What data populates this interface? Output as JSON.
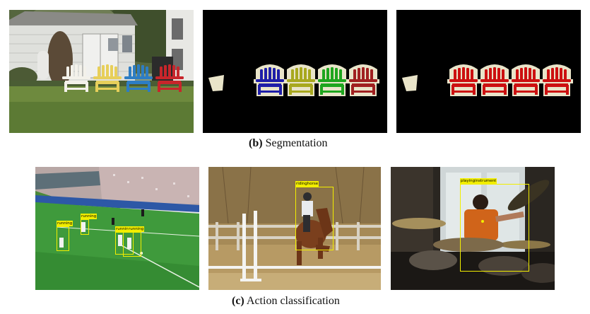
{
  "captions": {
    "segmentation": {
      "letter": "(b)",
      "text": "Segmentation"
    },
    "action": {
      "letter": "(c)",
      "text": "Action classification"
    }
  },
  "action_labels": {
    "soccer": [
      "running",
      "running",
      "running",
      "running"
    ],
    "horse": "ridinghorse",
    "drums": "playinginstrument"
  },
  "colors": {
    "chair_white": "#f3f1ea",
    "chair_yellow": "#e7cf5a",
    "chair_blue": "#2d7dc4",
    "chair_red": "#c8252b",
    "seg_blue": "#1f1ea8",
    "seg_olive": "#a8a81e",
    "seg_green": "#1ea51e",
    "seg_maroon": "#a02020",
    "seg_red": "#cc1010",
    "seg_outline": "#e9e4c9",
    "bbox": "#f2ee00"
  }
}
